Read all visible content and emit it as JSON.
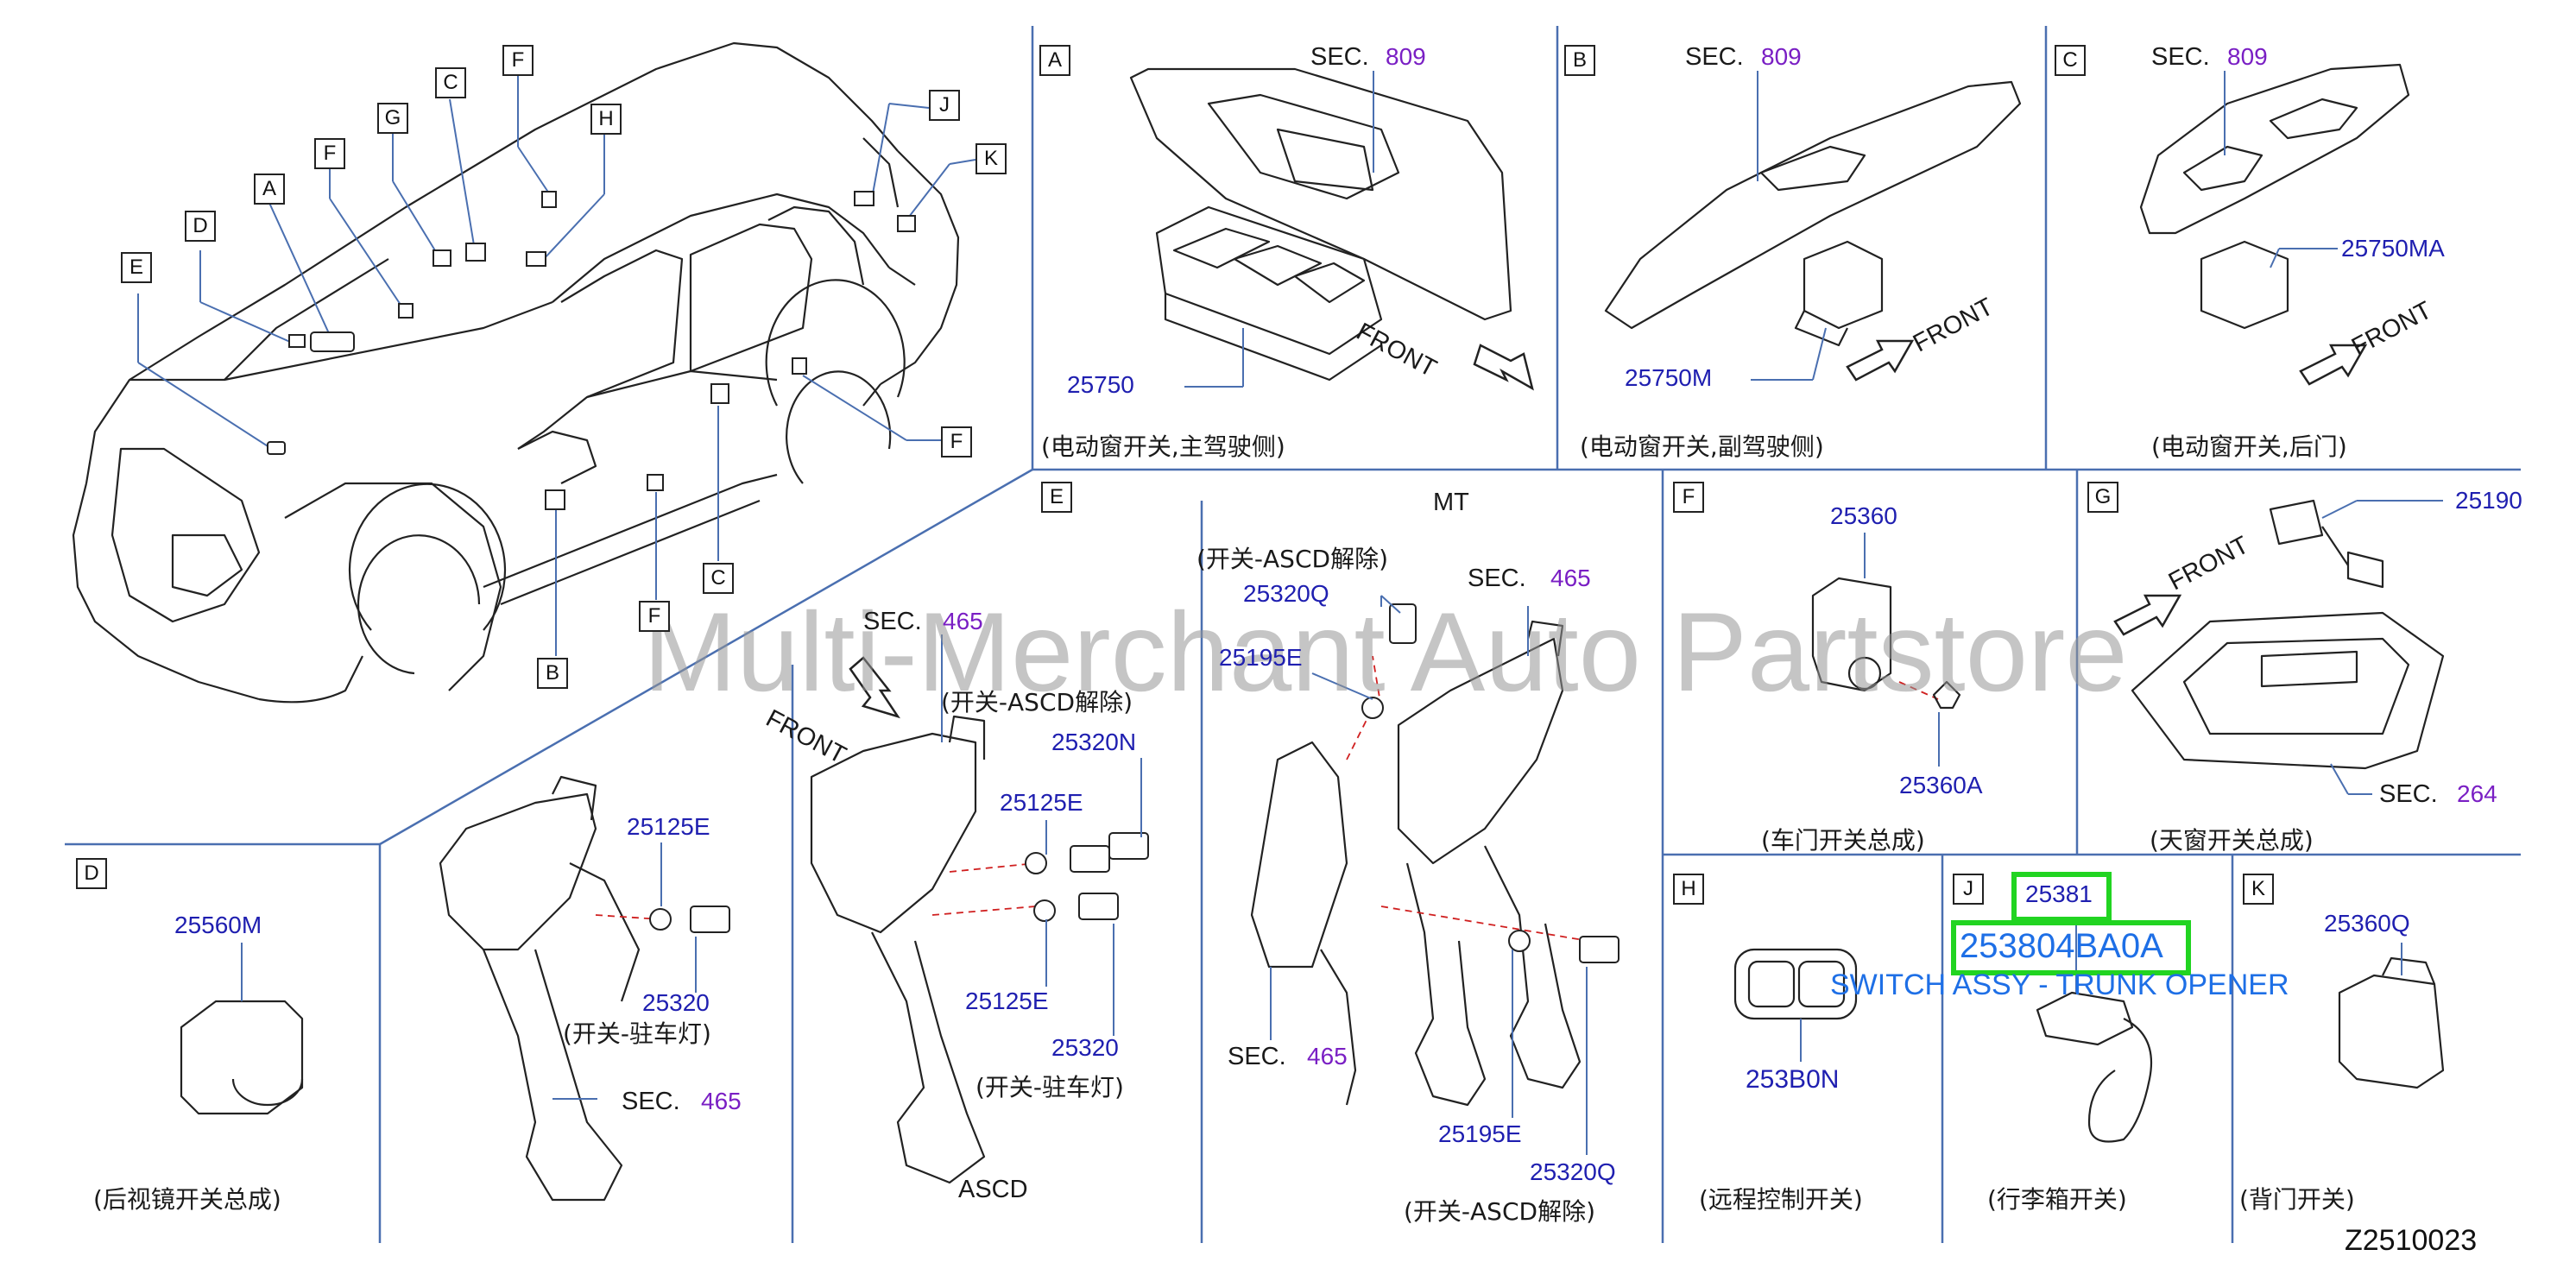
{
  "watermark": "Multi-Merchant Auto Partstore",
  "diagram_code": "Z2510023",
  "callouts": {
    "A": "A",
    "B": "B",
    "C": "C",
    "D": "D",
    "E": "E",
    "F": "F",
    "G": "G",
    "H": "H",
    "J": "J",
    "K": "K"
  },
  "panel_a": {
    "letter": "A",
    "sec": "SEC.",
    "sec_no": "809",
    "front": "FRONT",
    "part": "25750",
    "caption": "(电动窗开关,主驾驶侧)"
  },
  "panel_b": {
    "letter": "B",
    "sec": "SEC.",
    "sec_no": "809",
    "front": "FRONT",
    "part": "25750M",
    "caption": "(电动窗开关,副驾驶侧)"
  },
  "panel_c": {
    "letter": "C",
    "sec": "SEC.",
    "sec_no": "809",
    "front": "FRONT",
    "part": "25750MA",
    "caption": "(电动窗开关,后门)"
  },
  "panel_e": {
    "letter": "E",
    "front": "FRONT",
    "mt": "MT",
    "ascd": "ASCD",
    "left": {
      "part1": "25125E",
      "part2": "25320",
      "caption1": "(开关-驻车灯)",
      "sec": "SEC.",
      "sec_no": "465"
    },
    "mid": {
      "sec": "SEC.",
      "sec_no": "465",
      "caption_top": "(开关-ASCD解除)",
      "p_25320N": "25320N",
      "p_25125E_a": "25125E",
      "p_25125E_b": "25125E",
      "p_25320": "25320",
      "caption_bottom": "(开关-驻车灯)"
    },
    "right": {
      "caption_top": "(开关-ASCD解除)",
      "p_25320Q_a": "25320Q",
      "p_25195E_a": "25195E",
      "sec_a": "SEC.",
      "sec_no_a": "465",
      "sec_b": "SEC.",
      "sec_no_b": "465",
      "p_25195E_b": "25195E",
      "p_25320Q_b": "25320Q",
      "caption_bottom": "(开关-ASCD解除)"
    }
  },
  "panel_d": {
    "letter": "D",
    "part": "25560M",
    "caption": "(后视镜开关总成)"
  },
  "panel_f": {
    "letter": "F",
    "part1": "25360",
    "part2": "25360A",
    "caption": "(车门开关总成)"
  },
  "panel_g": {
    "letter": "G",
    "front": "FRONT",
    "part": "25190",
    "sec": "SEC.",
    "sec_no": "264",
    "caption": "(天窗开关总成)"
  },
  "panel_h": {
    "letter": "H",
    "part": "253B0N",
    "caption": "(远程控制开关)"
  },
  "panel_j": {
    "letter": "J",
    "part": "25381",
    "highlight": "253804BA0A",
    "desc": "SWITCH ASSY - TRUNK OPENER",
    "caption": "(行李箱开关)"
  },
  "panel_k": {
    "letter": "K",
    "part": "25360Q",
    "caption": "(背门开关)"
  }
}
